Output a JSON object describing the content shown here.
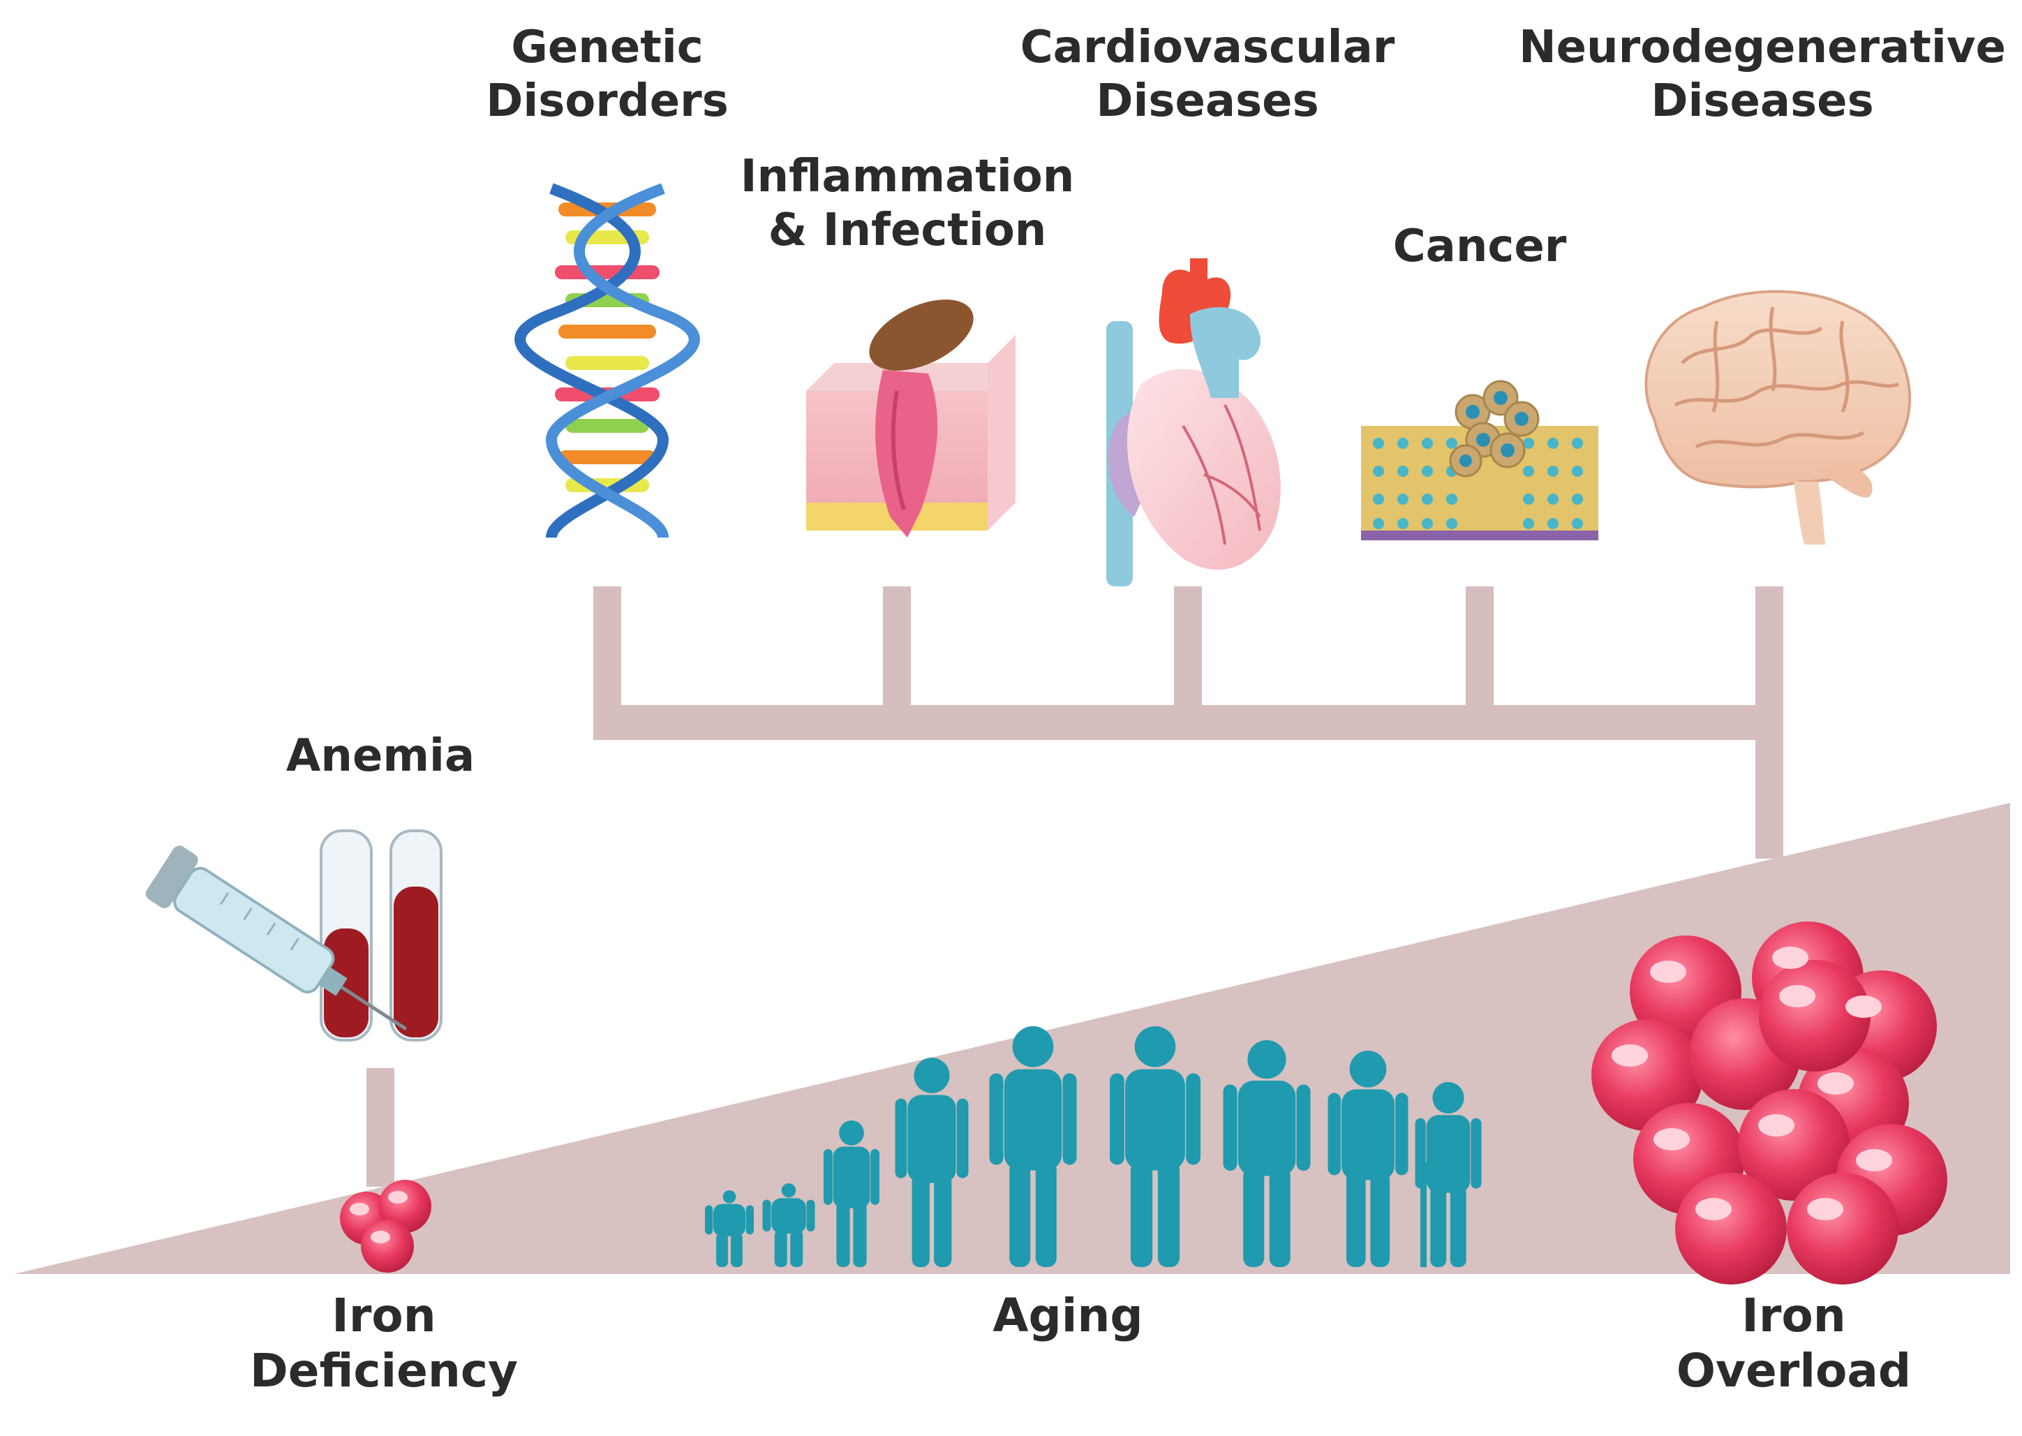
{
  "labels": {
    "genetic": [
      "Genetic",
      "Disorders"
    ],
    "inflammation": [
      "Inflammation",
      "& Infection"
    ],
    "cardio": [
      "Cardiovascular",
      "Diseases"
    ],
    "cancer": [
      "Cancer"
    ],
    "neuro": [
      "Neurodegenerative",
      "Diseases"
    ],
    "anemia": [
      "Anemia"
    ],
    "iron_deficiency": [
      "Iron",
      "Deficiency"
    ],
    "aging": [
      "Aging"
    ],
    "iron_overload": [
      "Iron",
      "Overload"
    ]
  },
  "colors": {
    "wedge": "#d8c1c1",
    "connector": "#d6bebe",
    "human_silhouette": "#1f9aae",
    "red_cell": "#e8385e",
    "blood": "#9e1b22",
    "dna_blue": "#2e6fbf",
    "text": "#2b2b2b"
  },
  "icons": {
    "genetic": "dna-helix-icon",
    "inflammation": "inflamed-skin-bacterium-icon",
    "cardio": "heart-icon",
    "cancer": "cancer-cells-icon",
    "neuro": "brain-icon",
    "anemia": "syringe-blood-tubes-icon",
    "iron_deficiency": "small-red-cell-cluster-icon",
    "iron_overload": "large-red-cell-cluster-icon",
    "aging": "human-life-stages-icon"
  },
  "gradient": {
    "start": "Iron Deficiency",
    "end": "Iron Overload",
    "life_stages": [
      "infant",
      "toddler",
      "child",
      "teen",
      "young-adult",
      "adult",
      "middle-aged",
      "older-adult",
      "elderly"
    ]
  }
}
